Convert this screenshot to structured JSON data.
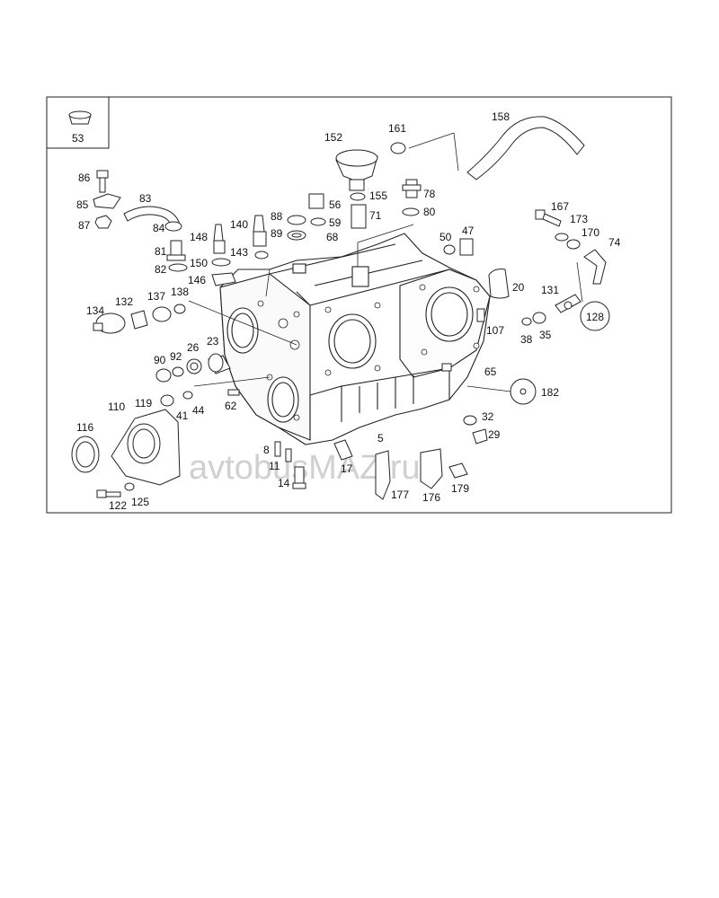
{
  "inset": {
    "label": "53"
  },
  "watermark": "avtobusMAZ.ru",
  "callouts": [
    "86",
    "85",
    "87",
    "83",
    "84",
    "81",
    "82",
    "148",
    "140",
    "143",
    "150",
    "146",
    "88",
    "89",
    "56",
    "59",
    "68",
    "152",
    "161",
    "155",
    "78",
    "71",
    "80",
    "158",
    "167",
    "173",
    "170",
    "74",
    "50",
    "47",
    "20",
    "131",
    "128",
    "134",
    "132",
    "137",
    "138",
    "90",
    "92",
    "26",
    "23",
    "110",
    "119",
    "41",
    "44",
    "62",
    "116",
    "122",
    "125",
    "8",
    "11",
    "14",
    "17",
    "5",
    "177",
    "176",
    "179",
    "107",
    "38",
    "35",
    "65",
    "182",
    "32",
    "29"
  ]
}
